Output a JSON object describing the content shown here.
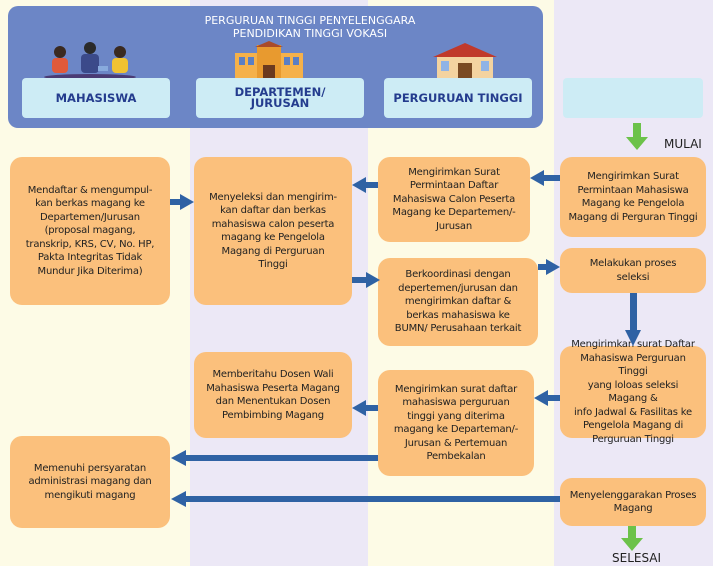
{
  "banner": {
    "title_line1": "PERGURUAN TINGGI PENYELENGGARA",
    "title_line2": "PENDIDIKAN TINGGI VOKASI"
  },
  "headers": {
    "mahasiswa": "MAHASISWA",
    "departemen_line1": "DEPARTEMEN/",
    "departemen_line2": "JURUSAN",
    "perguruan": "PERGURUAN TINGGI",
    "fourth": ""
  },
  "labels": {
    "start": "MULAI",
    "end": "SELESAI"
  },
  "steps": {
    "c4_1": [
      "Mengirimkan Surat",
      "Permintaan Mahasiswa",
      "Magang ke Pengelola",
      "Magang di Perguran Tinggi"
    ],
    "c3_1": [
      "Mengirimkan Surat",
      "Permintaan Daftar",
      "Mahasiswa Calon Peserta",
      "Magang ke Departemen/-",
      "Jurusan"
    ],
    "c2_1": [
      "Menyeleksi dan mengirim-",
      "kan daftar dan berkas",
      "mahasiswa calon peserta",
      "magang ke Pengelola",
      "Magang di Perguruan",
      "Tinggi"
    ],
    "c1_1": [
      "Mendaftar & mengumpul-",
      "kan berkas magang ke",
      "Departemen/Jurusan",
      "(proposal magang,",
      "transkrip, KRS, CV, No. HP,",
      "Pakta Integritas Tidak",
      "Mundur Jika Diterima)"
    ],
    "c3_2": [
      "Berkoordinasi dengan",
      "depertemen/jurusan dan",
      "mengirimkan daftar &",
      "berkas mahasiswa ke",
      "BUMN/ Perusahaan terkait"
    ],
    "c4_2": [
      "Melakukan proses",
      "seleksi"
    ],
    "c4_3": [
      "Mengirimkan surat Daftar",
      "Mahasiswa Perguruan Tinggi",
      "yang loloas seleksi Magang &",
      "info Jadwal & Fasilitas ke",
      "Pengelola Magang di",
      "Perguruan Tinggi"
    ],
    "c3_3": [
      "Mengirimkan surat daftar",
      "mahasiswa perguruan",
      "tinggi yang diterima",
      "magang ke Departeman/-",
      "Jurusan & Pertemuan",
      "Pembekalan"
    ],
    "c2_3": [
      "Memberitahu Dosen Wali",
      "Mahasiswa Peserta Magang",
      "dan Menentukan Dosen",
      "Pembimbing Magang"
    ],
    "c1_3": [
      "Memenuhi persyaratan",
      "administrasi magang dan",
      "mengikuti magang"
    ],
    "c4_4": [
      "Menyelenggarakan Proses",
      "Magang"
    ]
  },
  "colors": {
    "banner": "#6c86c6",
    "header_box": "#cdecf5",
    "header_text": "#243c8e",
    "step_box": "#fbc07c",
    "arrow_blue": "#2f62a4",
    "arrow_green": "#6cc24a",
    "lane_yellow": "#fdfbe6",
    "lane_lavender": "#ece8f6"
  }
}
